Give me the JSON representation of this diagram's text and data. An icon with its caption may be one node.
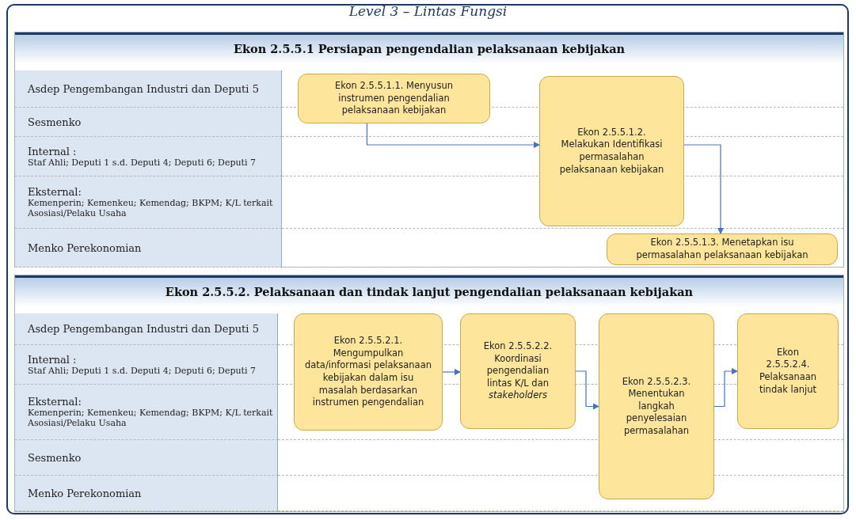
{
  "diagram": {
    "title": "Level 3 – Lintas Fungsi",
    "nodes": [
      {
        "text": [
          "Ekon 2.5.5.1 Persiapan pengendalian pelaksanaan kebijakan"
        ]
      },
      {
        "text": [
          "Asdep Pengembangan Industri dan Deputi 5"
        ],
        "in": 0
      },
      {
        "text": [
          "Sesmenko"
        ],
        "in": 0
      },
      {
        "text": [
          "Internal :",
          "Staf Ahli; Deputi 1 s.d. Deputi 4; Deputi 6; Deputi 7"
        ],
        "in": 0
      },
      {
        "text": [
          "Eksternal:",
          "Kemenperin; Kemenkeu; Kemendag; BKPM; K/L terkait Asosiasi/Pelaku Usaha"
        ],
        "in": 0
      },
      {
        "text": [
          "Menko Perekonomian"
        ],
        "in": 0
      },
      {
        "text": [
          "Ekon 2.5.5.1.1. Menyusun instrumen pengendalian pelaksanaan kebijakan"
        ],
        "in": 0
      },
      {
        "text": [
          "Ekon 2.5.5.1.2. Melakukan Identifikasi permasalahan pelaksanaan kebijakan"
        ],
        "in": 0
      },
      {
        "text": [
          "Ekon 2.5.5.1.3. Menetapkan isu permasalahan pelaksanaan kebijakan"
        ],
        "in": 0
      },
      {
        "text": [
          "Ekon 2.5.5.2. Pelaksanaan dan tindak lanjut pengendalian pelaksanaan kebijakan"
        ]
      },
      {
        "text": [
          "Asdep Pengembangan Industri dan Deputi 5"
        ],
        "in": 9
      },
      {
        "text": [
          "Internal :",
          "Staf Ahli; Deputi 1 s.d. Deputi 4; Deputi 6; Deputi 7"
        ],
        "in": 9
      },
      {
        "text": [
          "Eksternal:",
          "Kemenperin; Kemenkeu; Kemendag; BKPM; K/L terkait Asosiasi/Pelaku Usaha"
        ],
        "in": 9
      },
      {
        "text": [
          "Sesmenko"
        ],
        "in": 9
      },
      {
        "text": [
          "Menko Perekonomian"
        ],
        "in": 9
      },
      {
        "text": [
          "Ekon 2.5.5.2.1. Mengumpulkan data/informasi pelaksanaan kebijakan dalam isu masalah berdasarkan instrumen pengendalian"
        ],
        "in": 9
      },
      {
        "text": [
          "Ekon 2.5.5.2.2. Koordinasi pengendalian lintas K/L dan *stakeholders*"
        ],
        "in": 9
      },
      {
        "text": [
          "Ekon 2.5.5.2.3. Menentukan langkah penyelesaian permasalahan"
        ],
        "in": 9
      },
      {
        "text": [
          "Ekon 2.5.5.2.4. Pelaksanaan tindak lanjut"
        ],
        "in": 9
      }
    ],
    "edges": [
      {
        "from": 6,
        "to": 7,
        "arrow": "to"
      },
      {
        "from": 7,
        "to": 8,
        "arrow": "to"
      },
      {
        "from": 15,
        "to": 16,
        "arrow": "to"
      },
      {
        "from": 16,
        "to": 17,
        "arrow": "to"
      },
      {
        "from": 17,
        "to": 18,
        "arrow": "to"
      }
    ]
  }
}
